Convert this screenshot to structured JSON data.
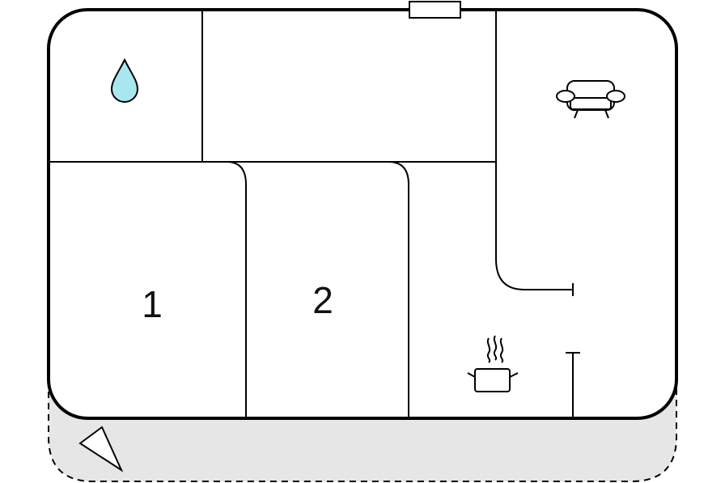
{
  "floorplan": {
    "rooms": [
      {
        "id": "bathroom",
        "icon": "water-drop-icon"
      },
      {
        "id": "hallway"
      },
      {
        "id": "living-room",
        "icon": "sofa-icon"
      },
      {
        "id": "bedroom-1",
        "label": "1"
      },
      {
        "id": "bedroom-2",
        "label": "2"
      },
      {
        "id": "kitchen",
        "icon": "cooking-pot-icon"
      }
    ],
    "terrace": {
      "style": "dashed",
      "fill": "#e6e6e6",
      "icon": "north-arrow-icon"
    },
    "colors": {
      "wall": "#000000",
      "terrace_fill": "#e6e6e6",
      "water_drop": "#a8e6f0"
    }
  }
}
